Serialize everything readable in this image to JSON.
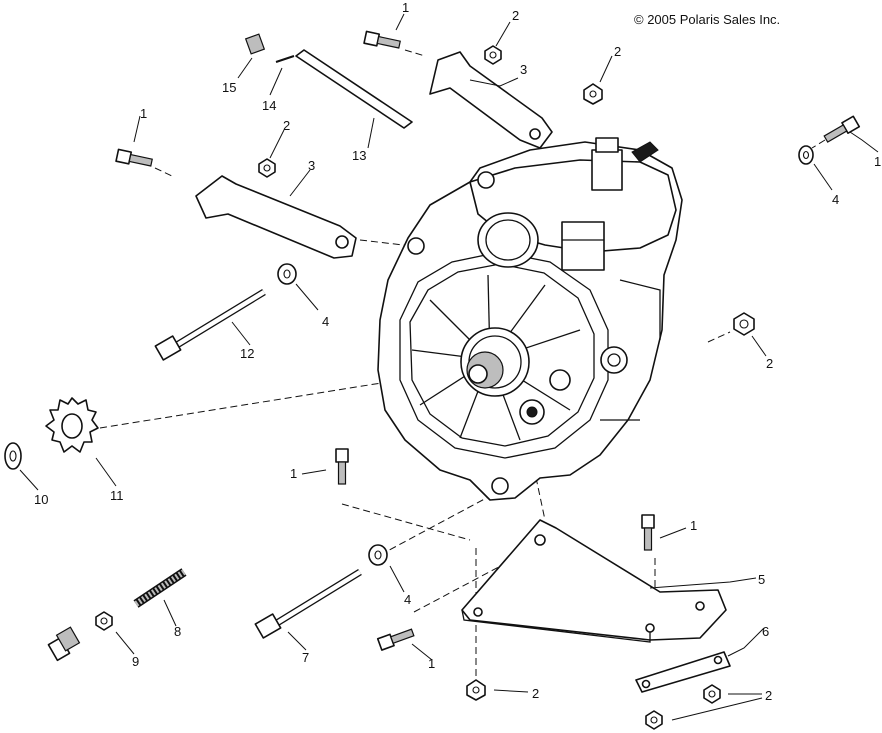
{
  "copyright": "© 2005 Polaris Sales Inc.",
  "callouts": [
    {
      "id": "c1a",
      "text": "1"
    },
    {
      "id": "c2a",
      "text": "2"
    },
    {
      "id": "c2b",
      "text": "2"
    },
    {
      "id": "c3a",
      "text": "3"
    },
    {
      "id": "c15",
      "text": "15"
    },
    {
      "id": "c14",
      "text": "14"
    },
    {
      "id": "c13",
      "text": "13"
    },
    {
      "id": "c1b",
      "text": "1"
    },
    {
      "id": "c2c",
      "text": "2"
    },
    {
      "id": "c3b",
      "text": "3"
    },
    {
      "id": "c1c",
      "text": "1"
    },
    {
      "id": "c4a",
      "text": "4"
    },
    {
      "id": "c4b",
      "text": "4"
    },
    {
      "id": "c12",
      "text": "12"
    },
    {
      "id": "c2d",
      "text": "2"
    },
    {
      "id": "c10",
      "text": "10"
    },
    {
      "id": "c11",
      "text": "11"
    },
    {
      "id": "c1d",
      "text": "1"
    },
    {
      "id": "c1e",
      "text": "1"
    },
    {
      "id": "c5",
      "text": "5"
    },
    {
      "id": "c4c",
      "text": "4"
    },
    {
      "id": "c8",
      "text": "8"
    },
    {
      "id": "c6",
      "text": "6"
    },
    {
      "id": "c9",
      "text": "9"
    },
    {
      "id": "c7",
      "text": "7"
    },
    {
      "id": "c1f",
      "text": "1"
    },
    {
      "id": "c2e",
      "text": "2"
    },
    {
      "id": "c2f",
      "text": "2"
    }
  ]
}
